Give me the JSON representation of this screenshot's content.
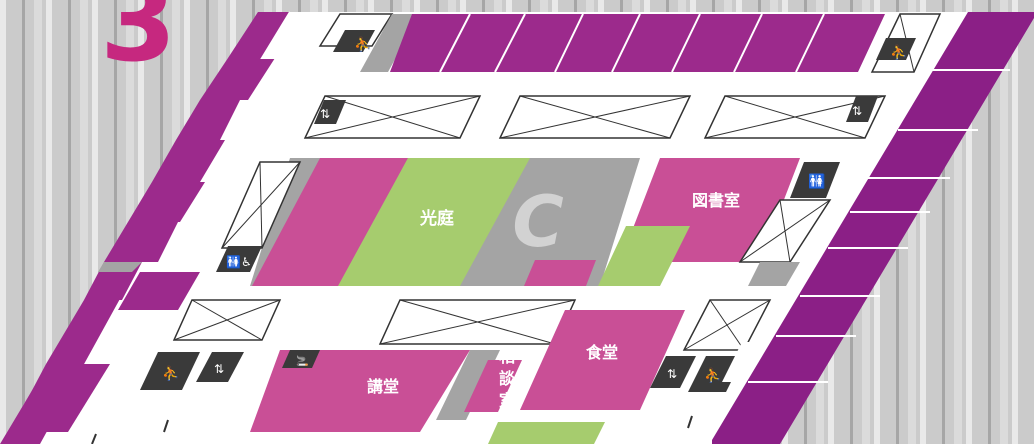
{
  "floor_number": "3",
  "building_letter": "C",
  "rooms": {
    "courtyard": "光庭",
    "library": "図書室",
    "auditorium": "講堂",
    "cafeteria": "食堂",
    "consultation": [
      "相",
      "談",
      "室"
    ]
  },
  "colors": {
    "room_purple": "#9c2a8c",
    "room_pink": "#c94f96",
    "courtyard_green": "#a6cc6e",
    "service_gray": "#a4a4a4",
    "icon_dark": "#3a3a3a",
    "floor_white": "#ffffff",
    "accent_magenta": "#c6287f"
  },
  "icons": [
    "stairs-icon",
    "elevator-icon",
    "restroom-icon",
    "accessible-restroom-icon",
    "smoking-icon"
  ]
}
